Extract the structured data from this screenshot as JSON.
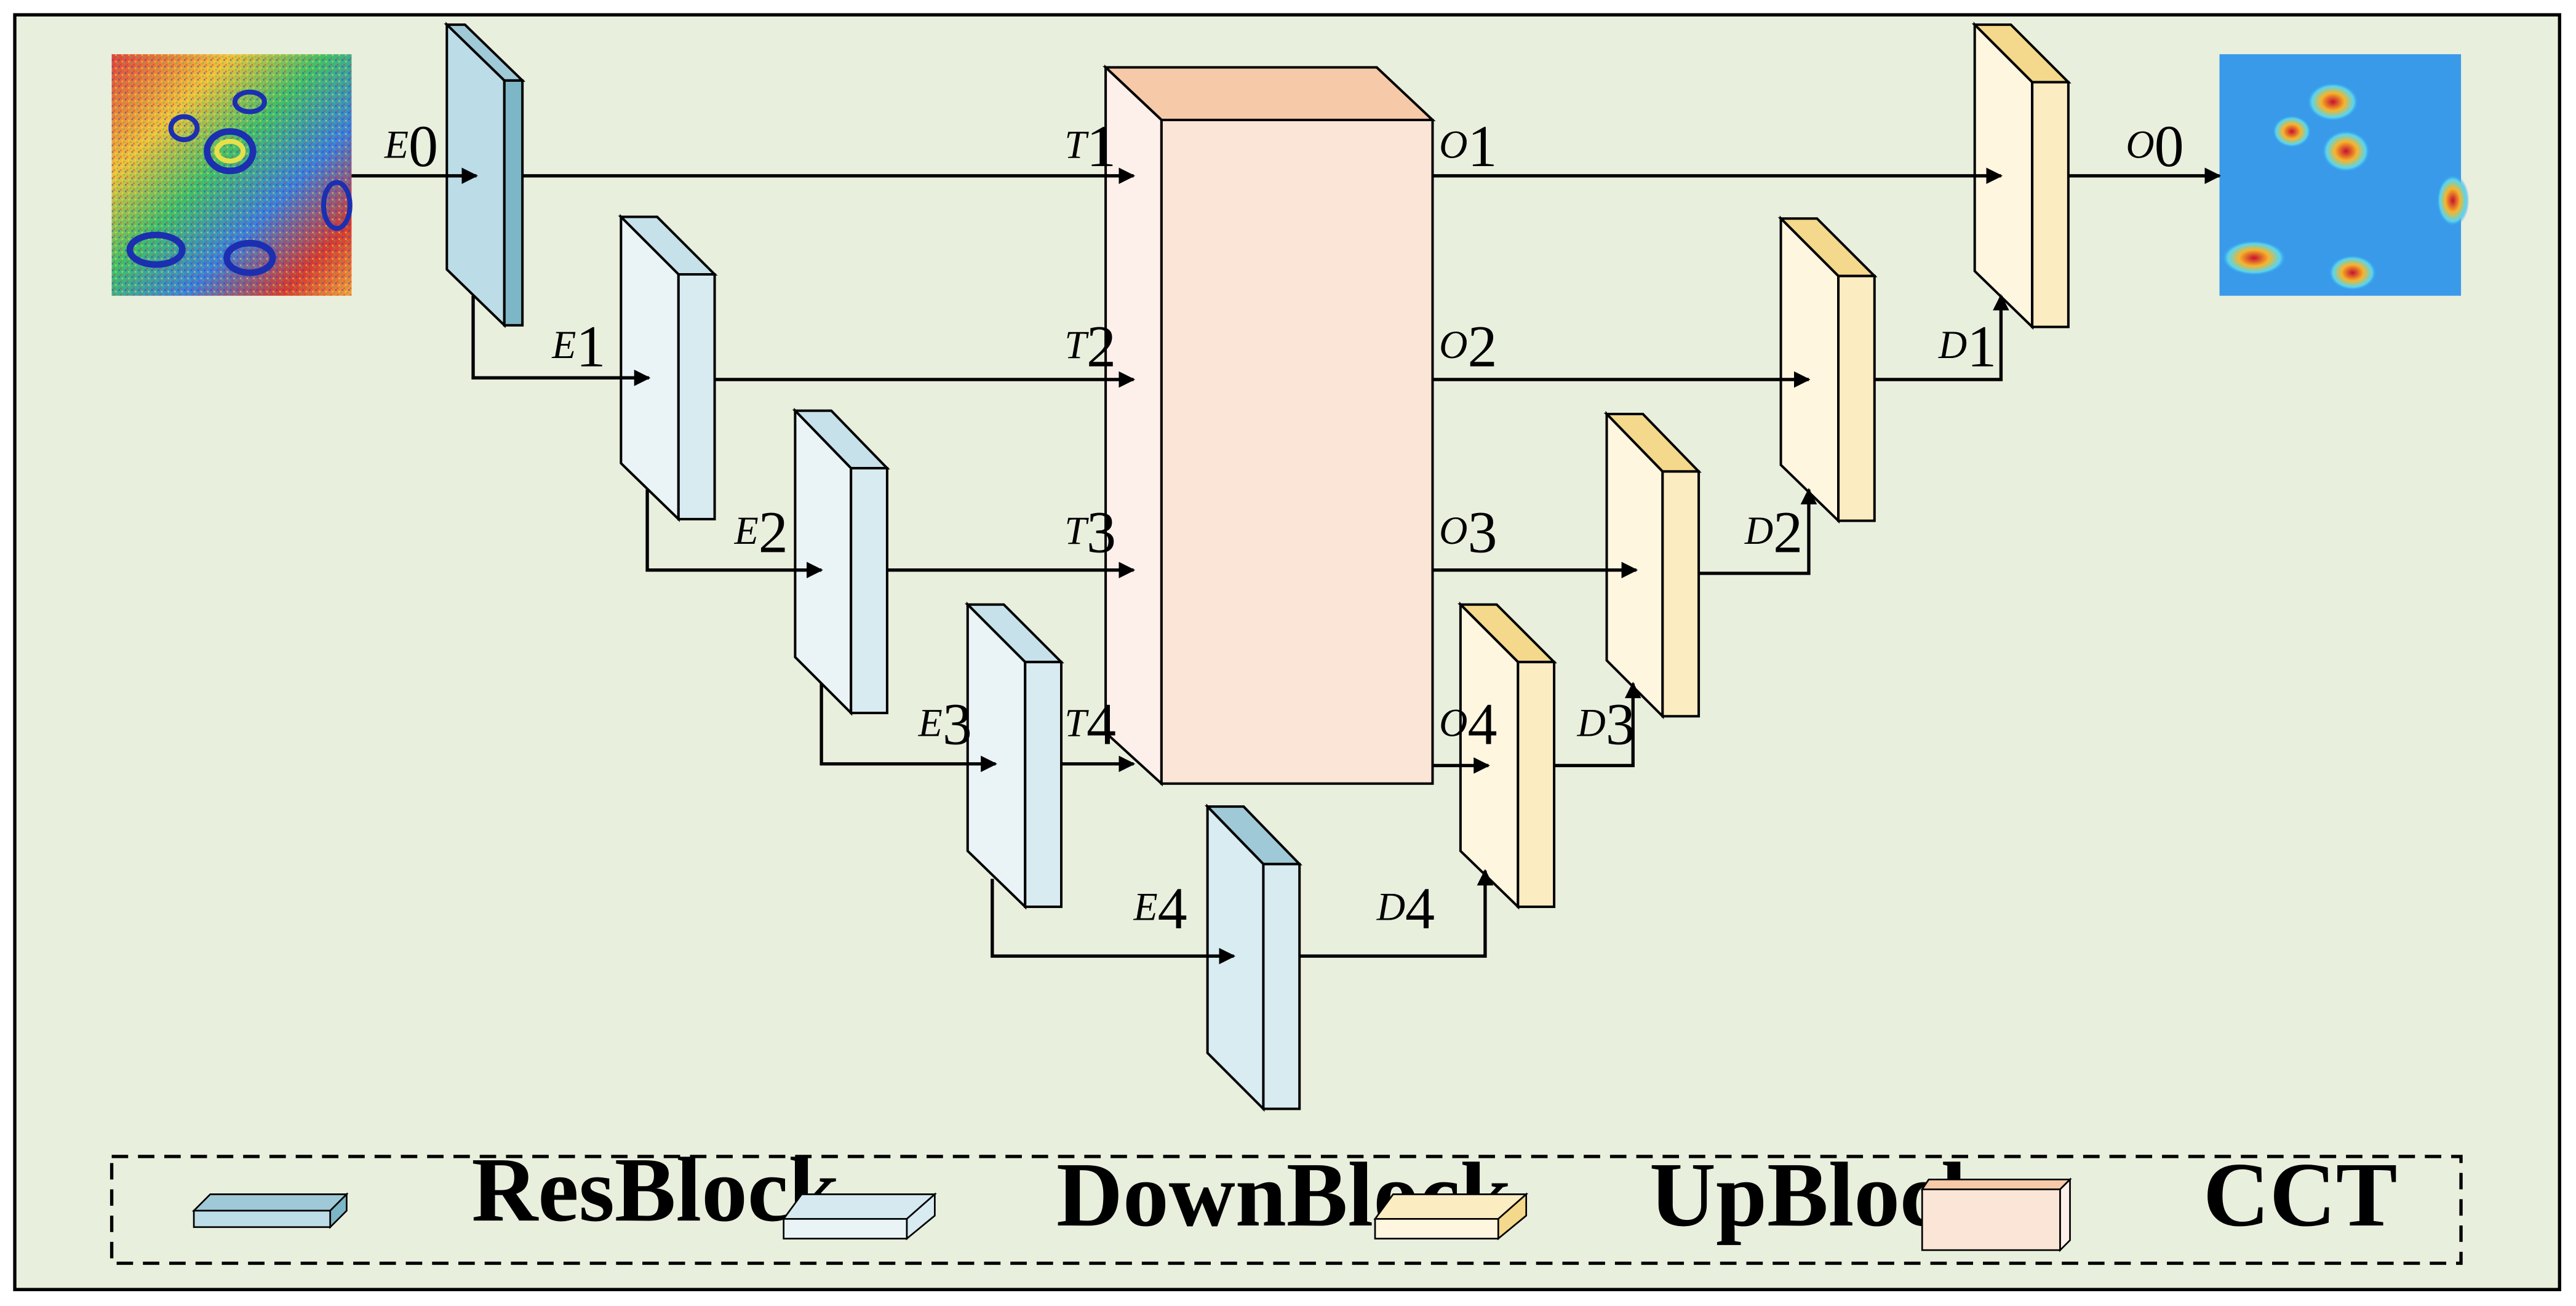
{
  "colors": {
    "background": "#e9efdd",
    "resblock_front": "#bcdde7",
    "resblock_top": "#9fc9d6",
    "resblock_side": "#7db6c6",
    "downblock_front": "#eaf4f7",
    "downblock_top": "#c6e1ea",
    "downblock_side": "#d8ebf1",
    "upblock_front": "#fff6e0",
    "upblock_top": "#f4d88b",
    "upblock_side": "#fbecc2",
    "cct_front": "#fbe5d6",
    "cct_top": "#f6c9a8",
    "cct_left": "#fdf0eb"
  },
  "images": {
    "input": "noisy-interferogram-colormap",
    "output": "denoised-heatmap-colormap"
  },
  "labels": {
    "E0": {
      "main": "E",
      "sub": "0"
    },
    "E1": {
      "main": "E",
      "sub": "1"
    },
    "E2": {
      "main": "E",
      "sub": "2"
    },
    "E3": {
      "main": "E",
      "sub": "3"
    },
    "E4": {
      "main": "E",
      "sub": "4"
    },
    "T1": {
      "main": "T",
      "sub": "1"
    },
    "T2": {
      "main": "T",
      "sub": "2"
    },
    "T3": {
      "main": "T",
      "sub": "3"
    },
    "T4": {
      "main": "T",
      "sub": "4"
    },
    "O0": {
      "main": "O",
      "sub": "0"
    },
    "O1": {
      "main": "O",
      "sub": "1"
    },
    "O2": {
      "main": "O",
      "sub": "2"
    },
    "O3": {
      "main": "O",
      "sub": "3"
    },
    "O4": {
      "main": "O",
      "sub": "4"
    },
    "D1": {
      "main": "D",
      "sub": "1"
    },
    "D2": {
      "main": "D",
      "sub": "2"
    },
    "D3": {
      "main": "D",
      "sub": "3"
    },
    "D4": {
      "main": "D",
      "sub": "4"
    }
  },
  "legend": {
    "resblock": "ResBlock",
    "downblock": "DownBlock",
    "upblock": "UpBlock",
    "cct": "CCT"
  }
}
